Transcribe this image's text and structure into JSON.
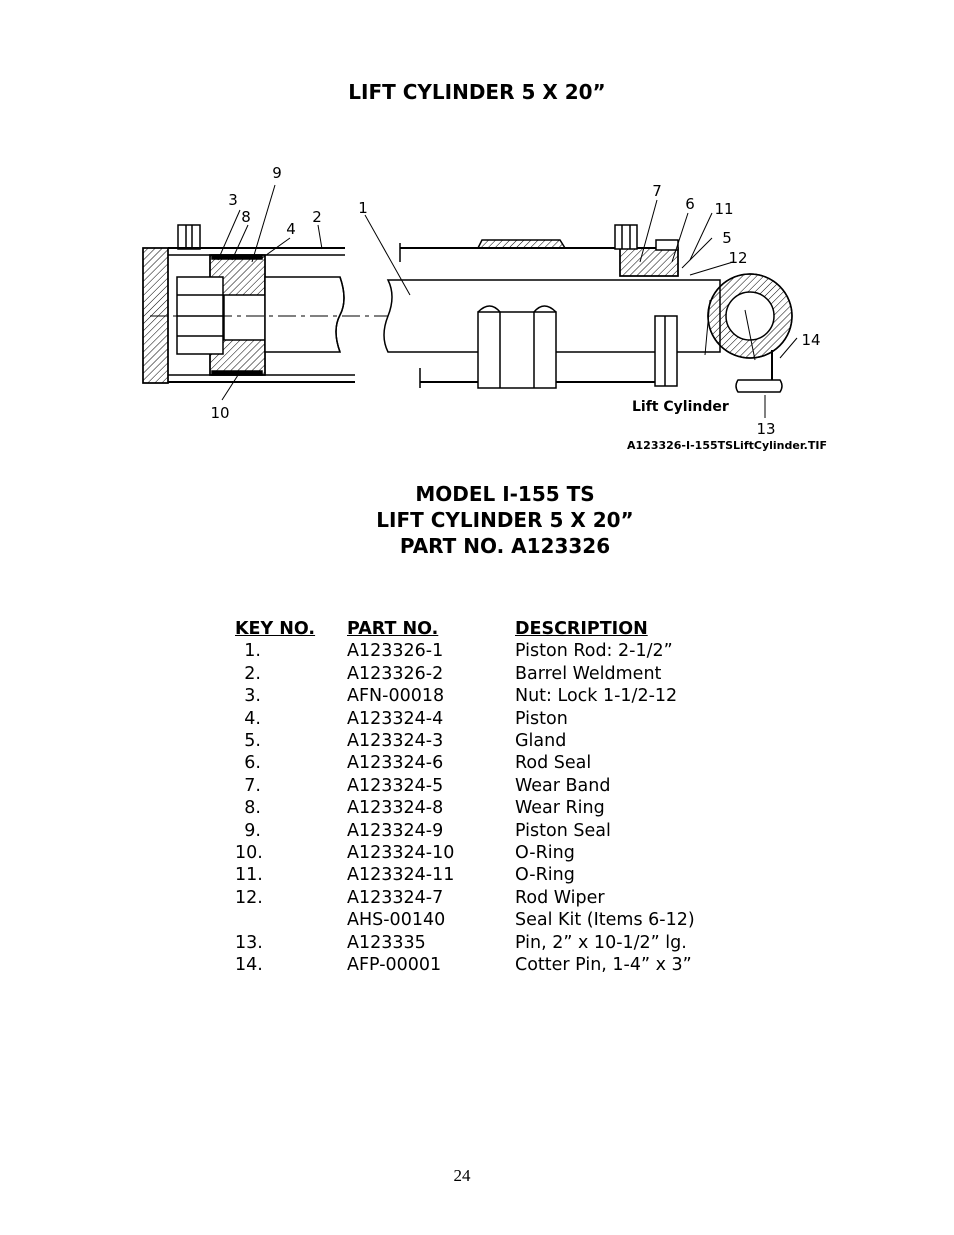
{
  "doc_title": "LIFT CYLINDER 5 X 20”",
  "diagram": {
    "callouts": [
      "1",
      "2",
      "3",
      "4",
      "5",
      "6",
      "7",
      "8",
      "9",
      "10",
      "11",
      "12",
      "13",
      "14"
    ],
    "label": "Lift Cylinder",
    "file_name": "A123326-I-155TSLiftCylinder.TIF"
  },
  "heading": {
    "model": "MODEL I-155 TS",
    "title": "LIFT CYLINDER 5 X 20”",
    "part_no": "PART NO. A123326"
  },
  "table": {
    "headers": [
      "KEY NO.",
      "PART NO.",
      "DESCRIPTION"
    ],
    "rows": [
      {
        "key": "1.",
        "part": "A123326-1",
        "desc": "Piston Rod: 2-1/2”"
      },
      {
        "key": "2.",
        "part": "A123326-2",
        "desc": "Barrel Weldment"
      },
      {
        "key": "3.",
        "part": "AFN-00018",
        "desc": "Nut: Lock 1-1/2-12"
      },
      {
        "key": "4.",
        "part": "A123324-4",
        "desc": "Piston"
      },
      {
        "key": "5.",
        "part": "A123324-3",
        "desc": "Gland"
      },
      {
        "key": "6.",
        "part": "A123324-6",
        "desc": "Rod Seal"
      },
      {
        "key": "7.",
        "part": "A123324-5",
        "desc": "Wear Band"
      },
      {
        "key": "8.",
        "part": "A123324-8",
        "desc": "Wear Ring"
      },
      {
        "key": "9.",
        "part": "A123324-9",
        "desc": "Piston Seal"
      },
      {
        "key": "10.",
        "part": "A123324-10",
        "desc": "O-Ring"
      },
      {
        "key": "11.",
        "part": "A123324-11",
        "desc": "O-Ring"
      },
      {
        "key": "12.",
        "part": "A123324-7",
        "desc": "Rod Wiper"
      },
      {
        "key": "",
        "part": "AHS-00140",
        "desc": "Seal Kit (Items 6-12)"
      },
      {
        "key": "13.",
        "part": "A123335",
        "desc": "Pin, 2” x 10-1/2” lg."
      },
      {
        "key": "14.",
        "part": "AFP-00001",
        "desc": "Cotter Pin, 1-4” x 3”"
      }
    ]
  },
  "page_number": "24"
}
